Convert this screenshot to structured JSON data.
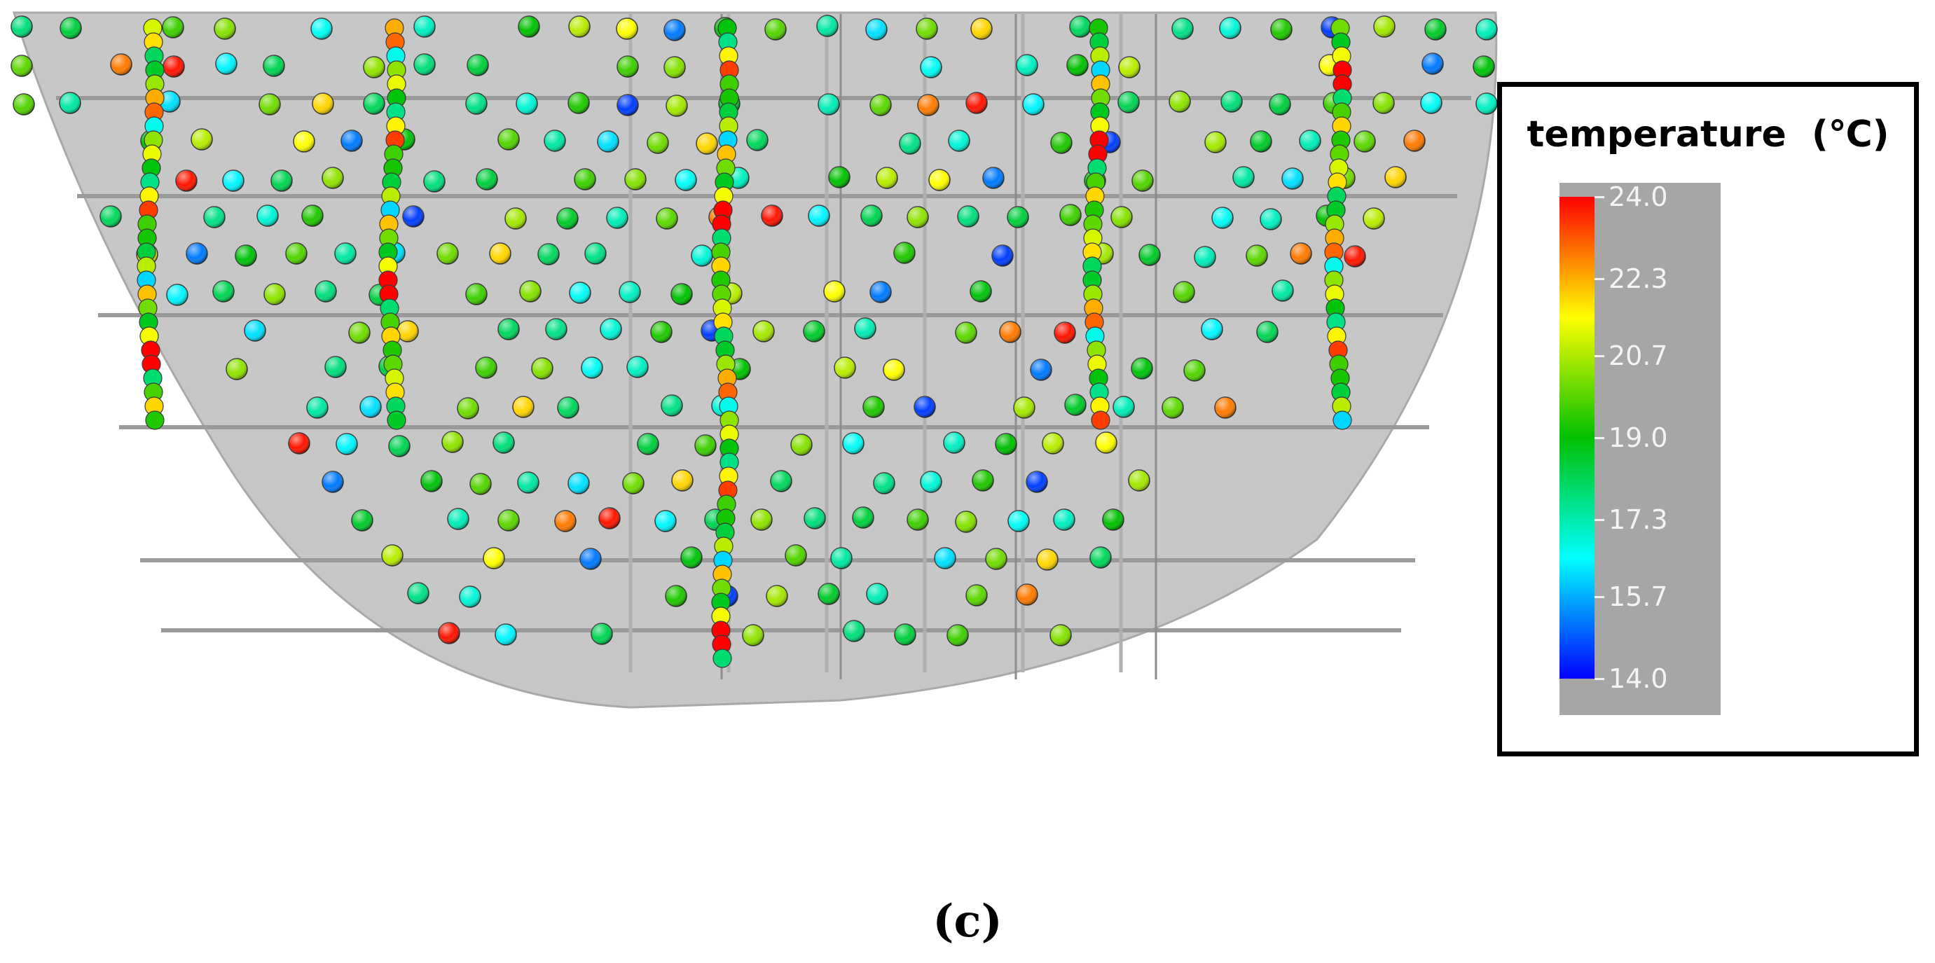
{
  "chart_data": {
    "type": "scatter",
    "description_kind": "3d-point-cloud-temperature",
    "title": "",
    "colorbar": {
      "title": "temperature",
      "unit": "(℃)",
      "range": [
        14.0,
        24.0
      ],
      "ticks": [
        "24.0",
        "22.3",
        "20.7",
        "19.0",
        "17.3",
        "15.7",
        "14.0"
      ],
      "tick_values": [
        24.0,
        22.3,
        20.7,
        19.0,
        17.3,
        15.7,
        14.0
      ],
      "colors": [
        "#0000ff",
        "#00ffff",
        "#00c000",
        "#ffff00",
        "#ff0000"
      ]
    },
    "sensor_temperatures_c": [
      17.8,
      18.4,
      19.6,
      20.3,
      16.6,
      17.1,
      19.0,
      20.8,
      21.5,
      15.2,
      18.9,
      19.8,
      17.4,
      16.2,
      20.1,
      21.9,
      18.1,
      17.7,
      16.9,
      19.3,
      14.6,
      20.6,
      18.6,
      17.2,
      19.9,
      22.8,
      23.8,
      16.4,
      18.2,
      20.4
    ]
  },
  "figure": {
    "panel_label": "(c)"
  }
}
